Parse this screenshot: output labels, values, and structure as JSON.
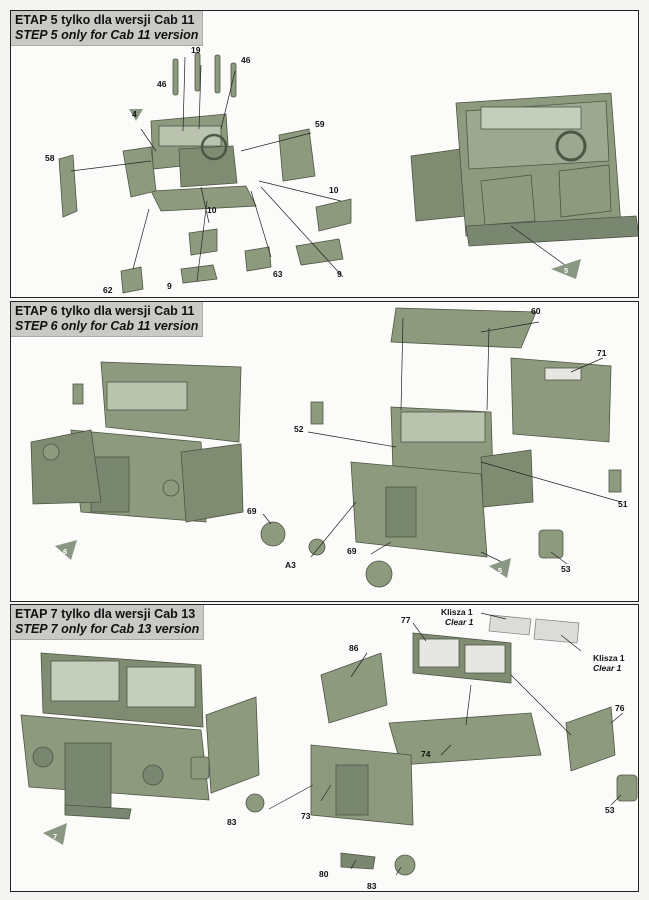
{
  "steps": [
    {
      "title_pl": "ETAP 5 tylko dla wersji Cab 11",
      "title_en": "STEP 5 only for Cab 11 version",
      "parts": [
        "19",
        "46",
        "46",
        "4",
        "59",
        "58",
        "10",
        "10",
        "9",
        "9",
        "63",
        "62"
      ],
      "ref_triangle": "5"
    },
    {
      "title_pl": "ETAP 6 tylko dla wersji Cab 11",
      "title_en": "STEP 6 only for Cab 11 version",
      "parts": [
        "60",
        "71",
        "52",
        "51",
        "69",
        "69",
        "A3",
        "53"
      ],
      "ref_triangle": "5",
      "ref_triangle_2": "6"
    },
    {
      "title_pl": "ETAP 7 tylko dla wersji Cab 13",
      "title_en": "STEP 7 only for Cab 13 version",
      "parts": [
        "86",
        "77",
        "76",
        "74",
        "73",
        "83",
        "83",
        "80",
        "53"
      ],
      "clear_1_pl": "Klisza 1",
      "clear_1_en": "Clear 1",
      "clear_2_pl": "Klisza 1",
      "clear_2_en": "Clear 1",
      "ref_triangle": "7"
    }
  ],
  "colors": {
    "model_green": "#8d9a7e",
    "model_green_dark": "#6f7b63",
    "model_green_light": "#a9b49b",
    "triangle": "#8a9782",
    "header_bg": "#c9c9c6"
  }
}
